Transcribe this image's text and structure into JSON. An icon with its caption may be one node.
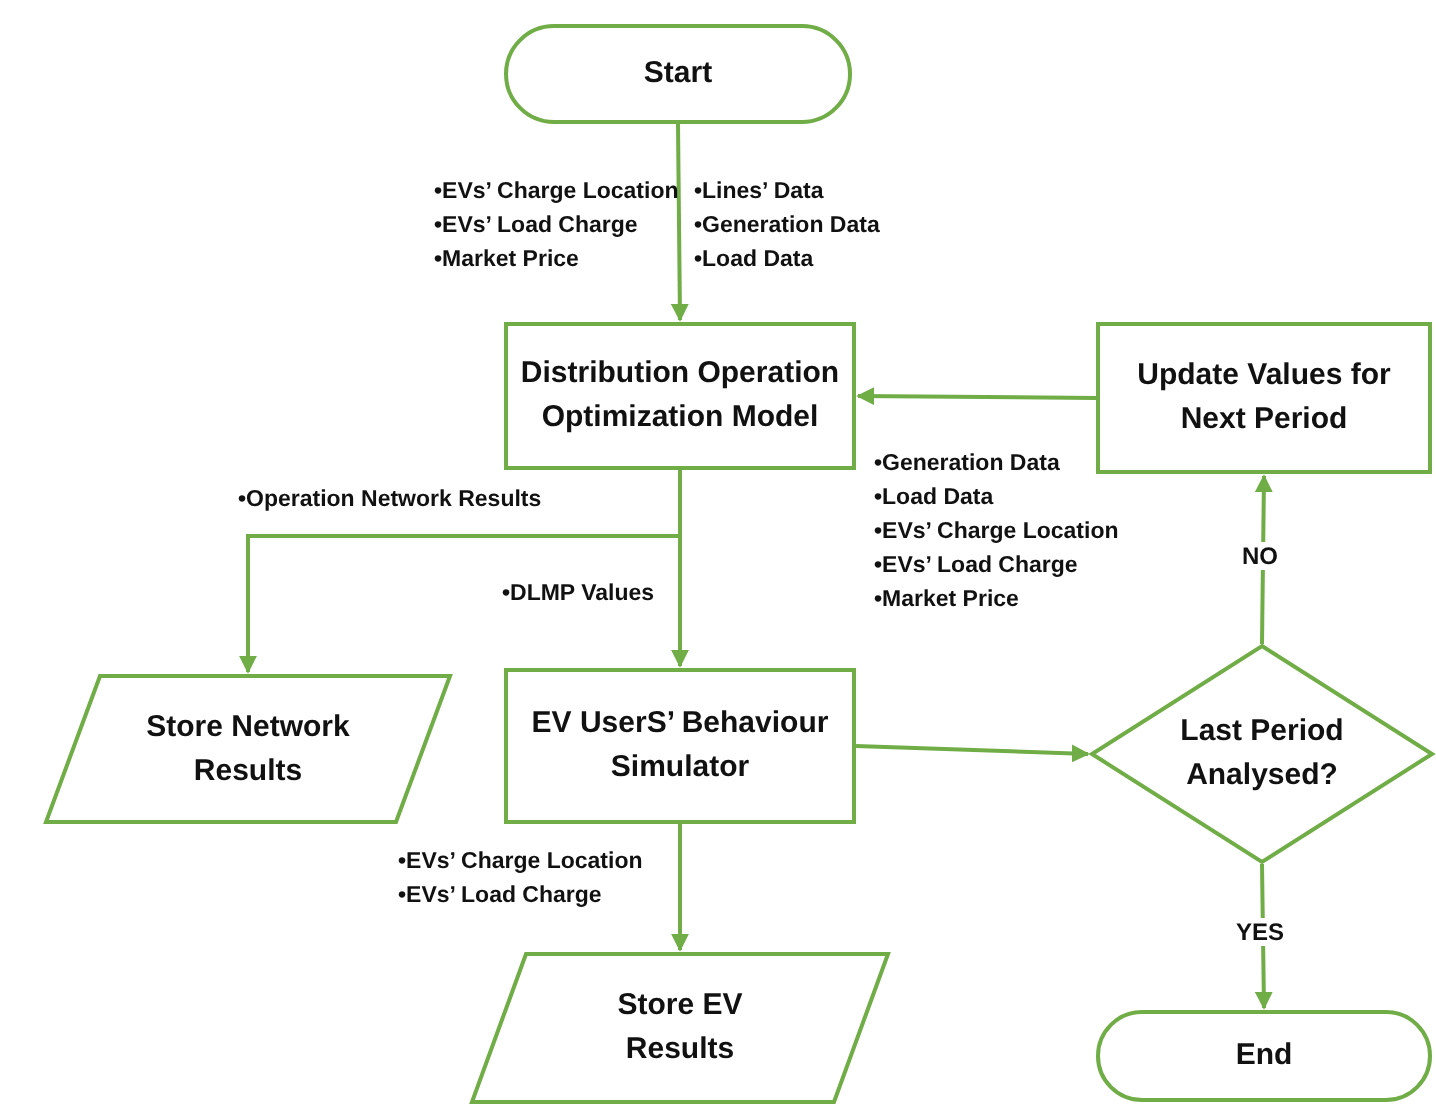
{
  "diagram": {
    "nodes": [
      {
        "text": [
          "Start"
        ]
      },
      {
        "text": [
          "Distribution Operation Optimization Model"
        ]
      },
      {
        "text": [
          "Update Values for Next Period"
        ]
      },
      {
        "text": [
          "Store Network Results"
        ]
      },
      {
        "text": [
          "EV UserS’ Behaviour Simulator"
        ]
      },
      {
        "text": [
          "Last Period Analysed?"
        ]
      },
      {
        "text": [
          "Store EV Results"
        ]
      },
      {
        "text": [
          "End"
        ]
      }
    ],
    "edges": [
      {
        "from": 0,
        "to": 1,
        "arrow": "to"
      },
      {
        "from": 2,
        "to": 1,
        "arrow": "to"
      },
      {
        "from": 1,
        "to": 3,
        "arrow": "to"
      },
      {
        "from": 1,
        "to": 4,
        "arrow": "to"
      },
      {
        "from": 4,
        "to": 5,
        "arrow": "to"
      },
      {
        "from": 5,
        "to": 2,
        "arrow": "to",
        "label": "NO"
      },
      {
        "from": 4,
        "to": 6,
        "arrow": "to"
      },
      {
        "from": 5,
        "to": 7,
        "arrow": "to",
        "label": "YES"
      }
    ],
    "labels": [
      "•EVs’ Charge Location",
      "•EVs’ Load Charge",
      "•Market Price",
      "•Lines’ Data",
      "•Generation Data",
      "•Load Data",
      "•Generation Data",
      "•Load Data",
      "•EVs’ Charge Location",
      "•EVs’ Load Charge",
      "•Market Price",
      "•Operation Network Results",
      "•DLMP Values",
      "•EVs’ Charge Location",
      "•EVs’ Load Charge"
    ]
  }
}
